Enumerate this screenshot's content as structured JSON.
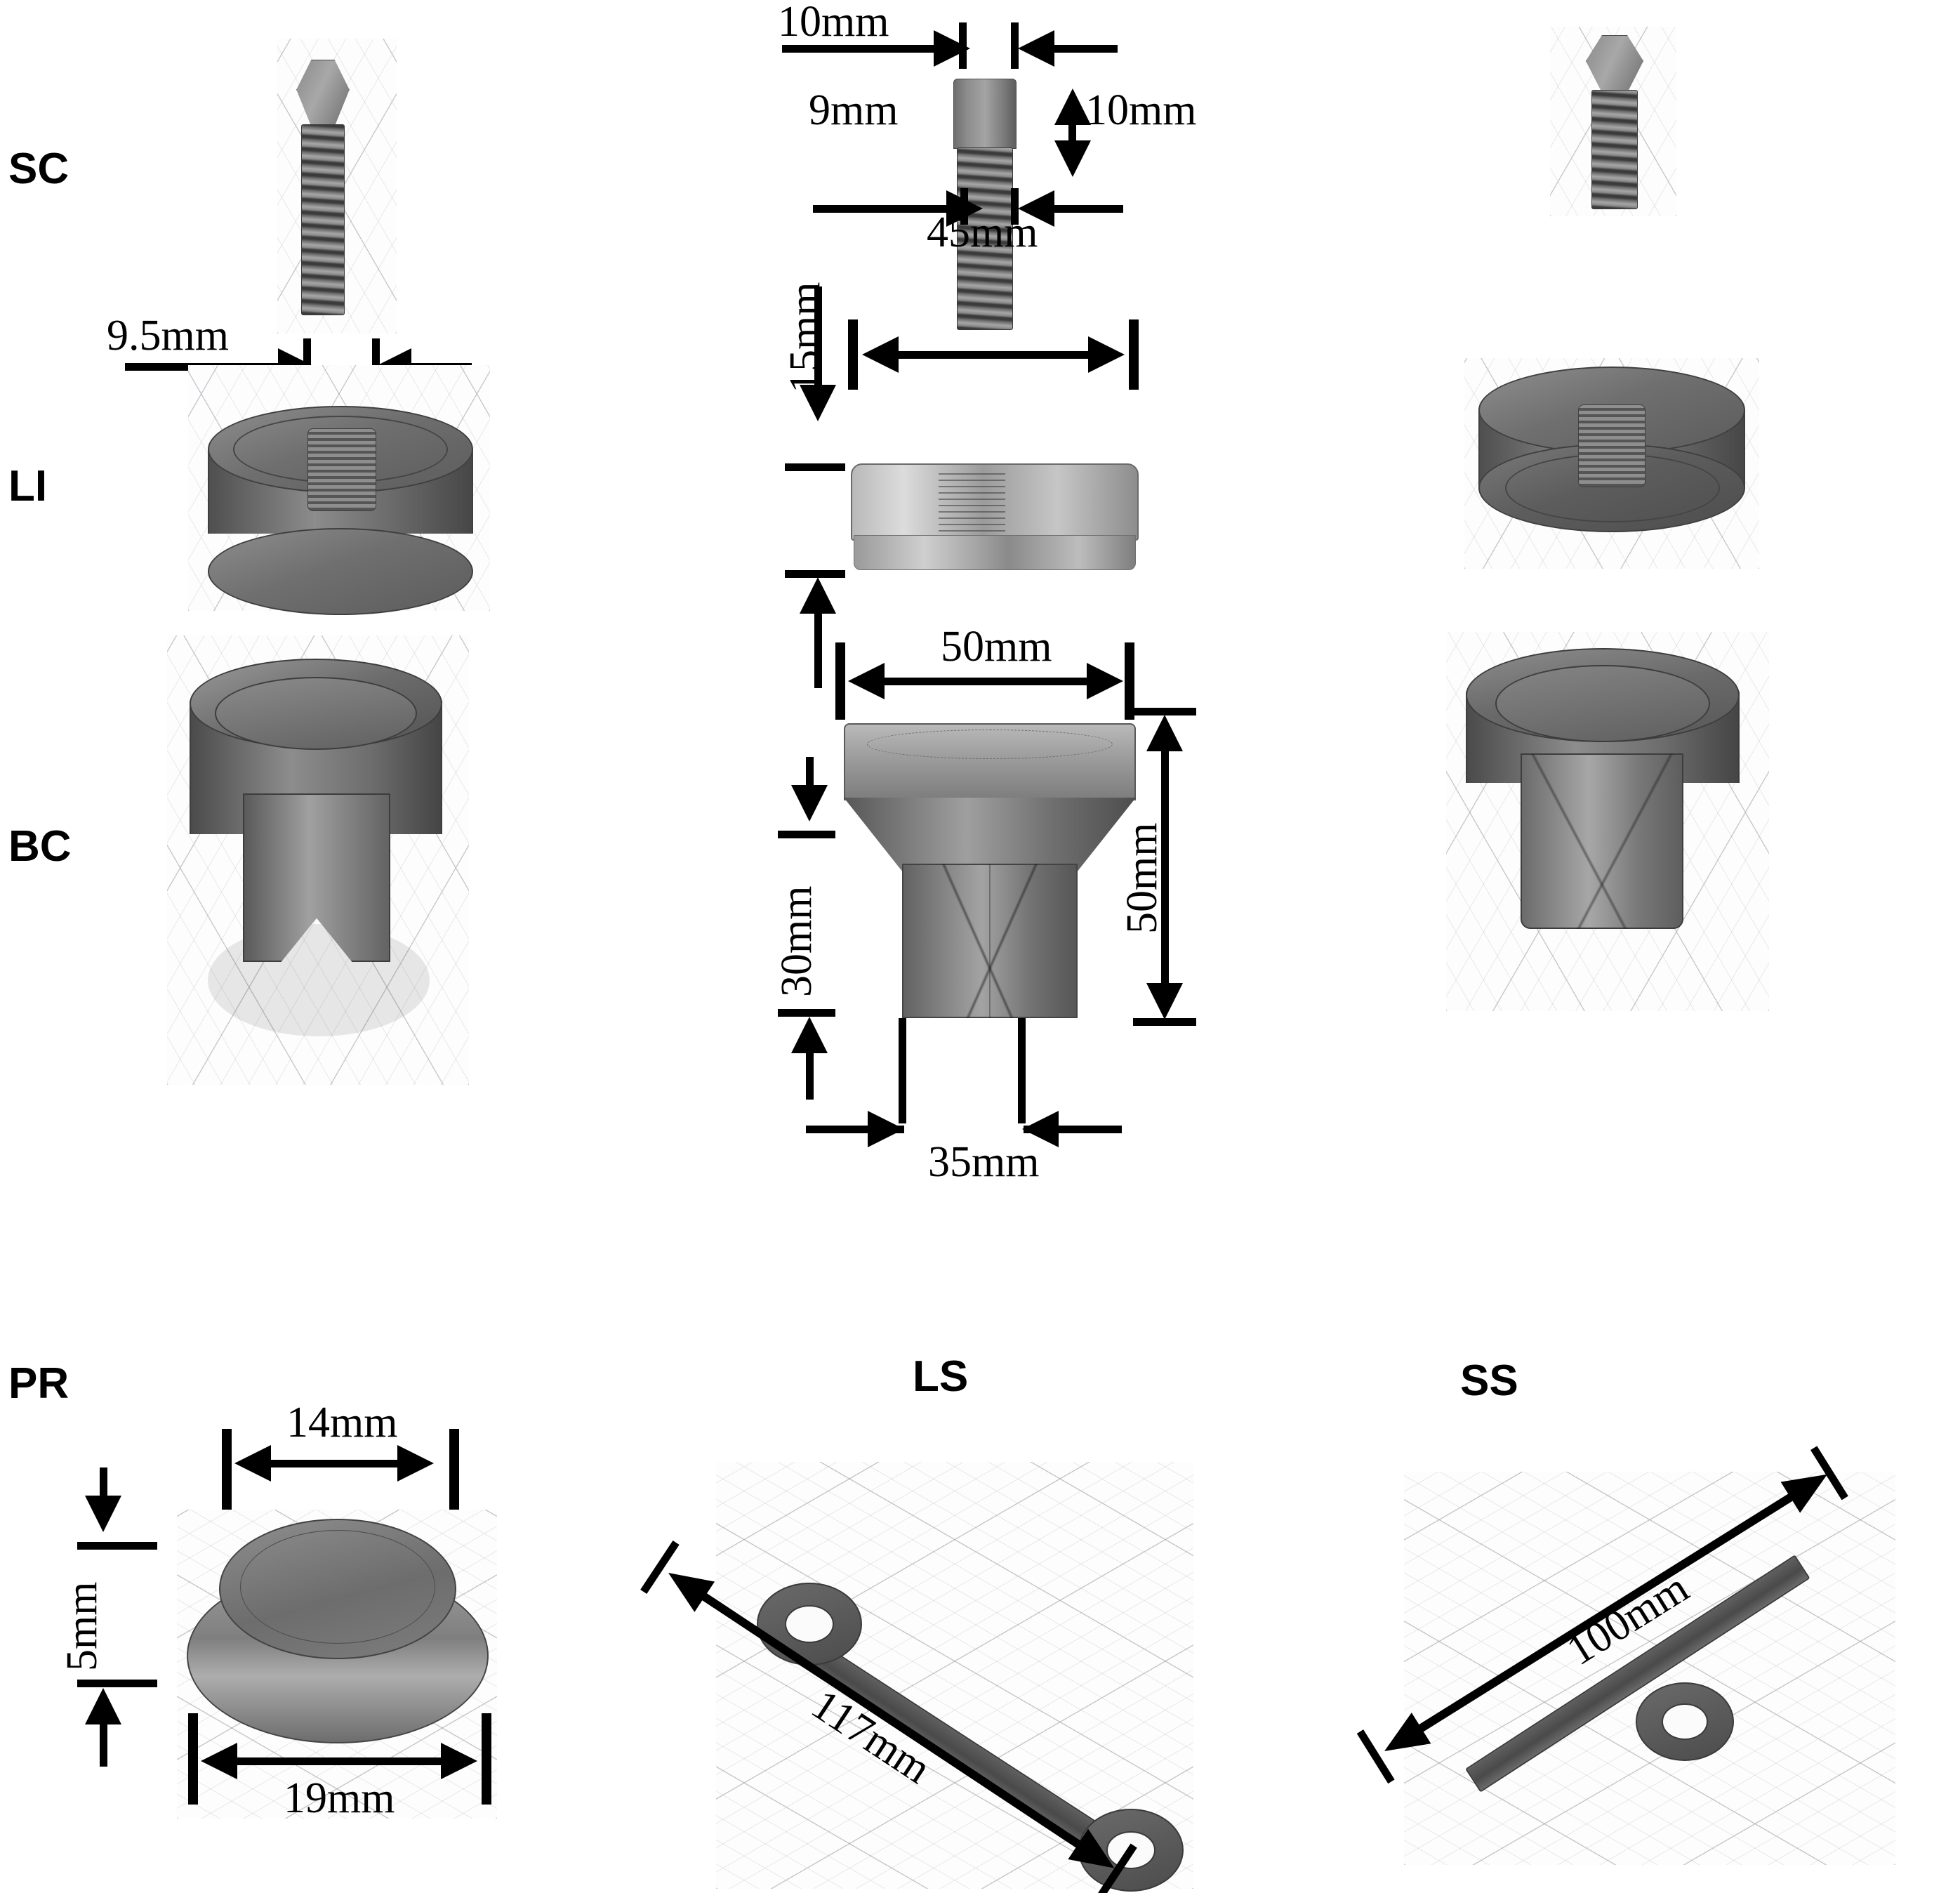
{
  "figure": {
    "row_labels": [
      {
        "id": "sc",
        "label": "SC"
      },
      {
        "id": "li",
        "label": "LI"
      },
      {
        "id": "bc",
        "label": "BC"
      }
    ],
    "bottom_labels": [
      {
        "id": "pr",
        "label": "PR"
      },
      {
        "id": "ls",
        "label": "LS"
      },
      {
        "id": "ss",
        "label": "SS"
      }
    ]
  },
  "dimensions": {
    "left_li_bore_diameter": "9.5mm",
    "mid_sc_head_diameter": "10mm",
    "mid_sc_head_height": "10mm",
    "mid_sc_shank_diameter": "9mm",
    "mid_li_height": "15mm",
    "mid_li_diameter": "45mm",
    "mid_bc_top_diameter": "50mm",
    "mid_bc_total_height": "50mm",
    "mid_bc_stem_height": "30mm",
    "mid_bc_stem_width": "35mm",
    "pr_top_diameter": "14mm",
    "pr_height": "5mm",
    "pr_base_diameter": "19mm",
    "ls_length": "117mm",
    "ss_length": "100mm"
  },
  "colors": {
    "ink": "#000000",
    "metal_light": "#a4a4a4",
    "metal_mid": "#767676",
    "metal_dark": "#4a4a4a",
    "grid": "#96969a",
    "background": "#ffffff"
  }
}
